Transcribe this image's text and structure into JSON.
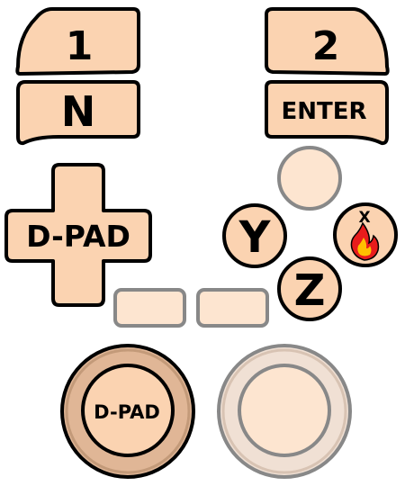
{
  "colors": {
    "button_fill": "#fbd3b1",
    "button_fill_dim": "#fde5d0",
    "stroke": "#000000",
    "stroke_dim": "#888888",
    "ring_fill": "#e0b696",
    "fire_outer": "#e81c1c",
    "fire_inner": "#ffc000"
  },
  "buttons": {
    "one": {
      "label": "1"
    },
    "two": {
      "label": "2"
    },
    "n": {
      "label": "N"
    },
    "enter": {
      "label": "ENTER"
    },
    "dpad": {
      "label": "D-PAD"
    },
    "y": {
      "label": "Y"
    },
    "z": {
      "label": "Z"
    },
    "x": {
      "label": "X",
      "icon": "fire-icon"
    }
  },
  "joysticks": {
    "left": {
      "label": "D-PAD"
    },
    "right": {
      "label": ""
    }
  }
}
